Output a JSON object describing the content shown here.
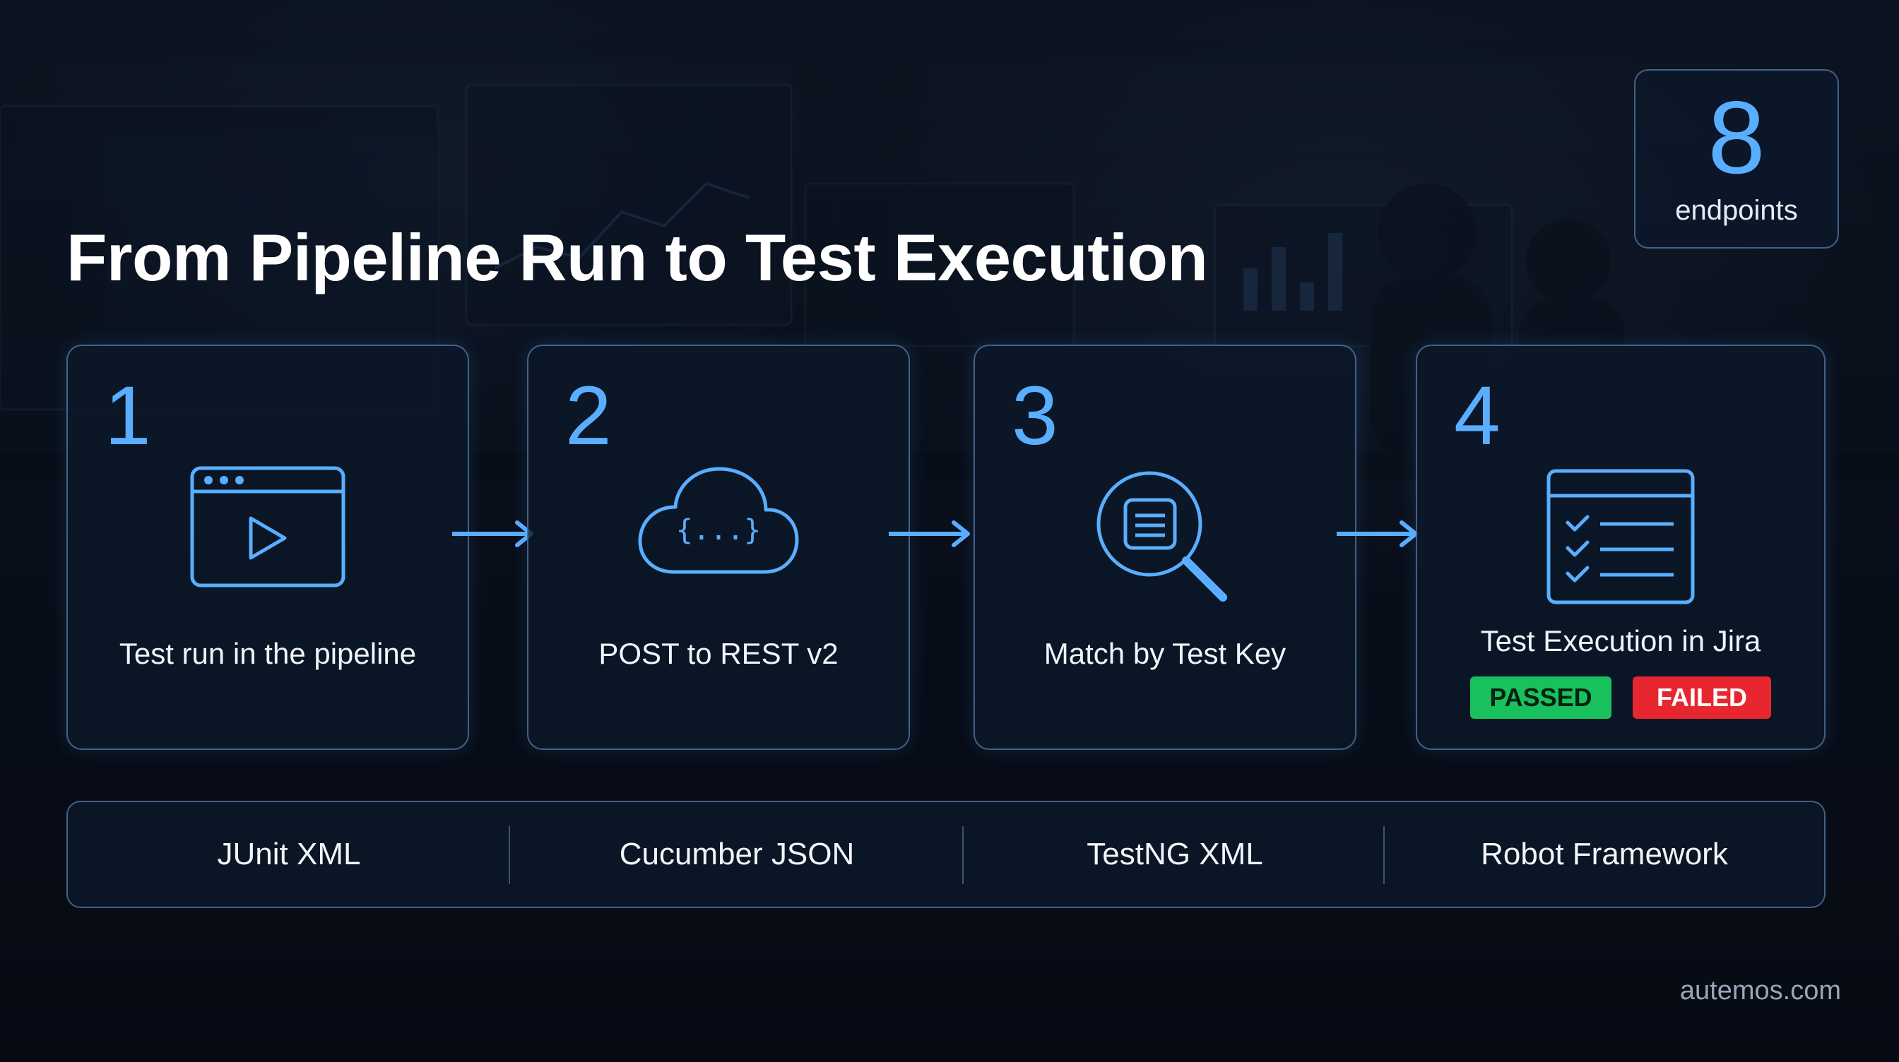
{
  "title": "From Pipeline Run to Test Execution",
  "badge": {
    "number": "8",
    "label": "endpoints"
  },
  "steps": [
    {
      "number": "1",
      "label": "Test run in the pipeline",
      "icon": "browser-play-icon"
    },
    {
      "number": "2",
      "label": "POST to REST v2",
      "icon": "cloud-json-icon",
      "icon_text": "{...}"
    },
    {
      "number": "3",
      "label": "Match by Test Key",
      "icon": "document-search-icon"
    },
    {
      "number": "4",
      "label": "Test Execution in Jira",
      "icon": "checklist-icon",
      "statuses": [
        {
          "label": "PASSED",
          "color": "#19c15e"
        },
        {
          "label": "FAILED",
          "color": "#e8262f"
        }
      ]
    }
  ],
  "formats": [
    "JUnit XML",
    "Cucumber JSON",
    "TestNG XML",
    "Robot Framework"
  ],
  "footer": "autemos.com",
  "colors": {
    "accent": "#5aaeff",
    "card_border": "#6ea0dc",
    "background": "#0b1320"
  }
}
